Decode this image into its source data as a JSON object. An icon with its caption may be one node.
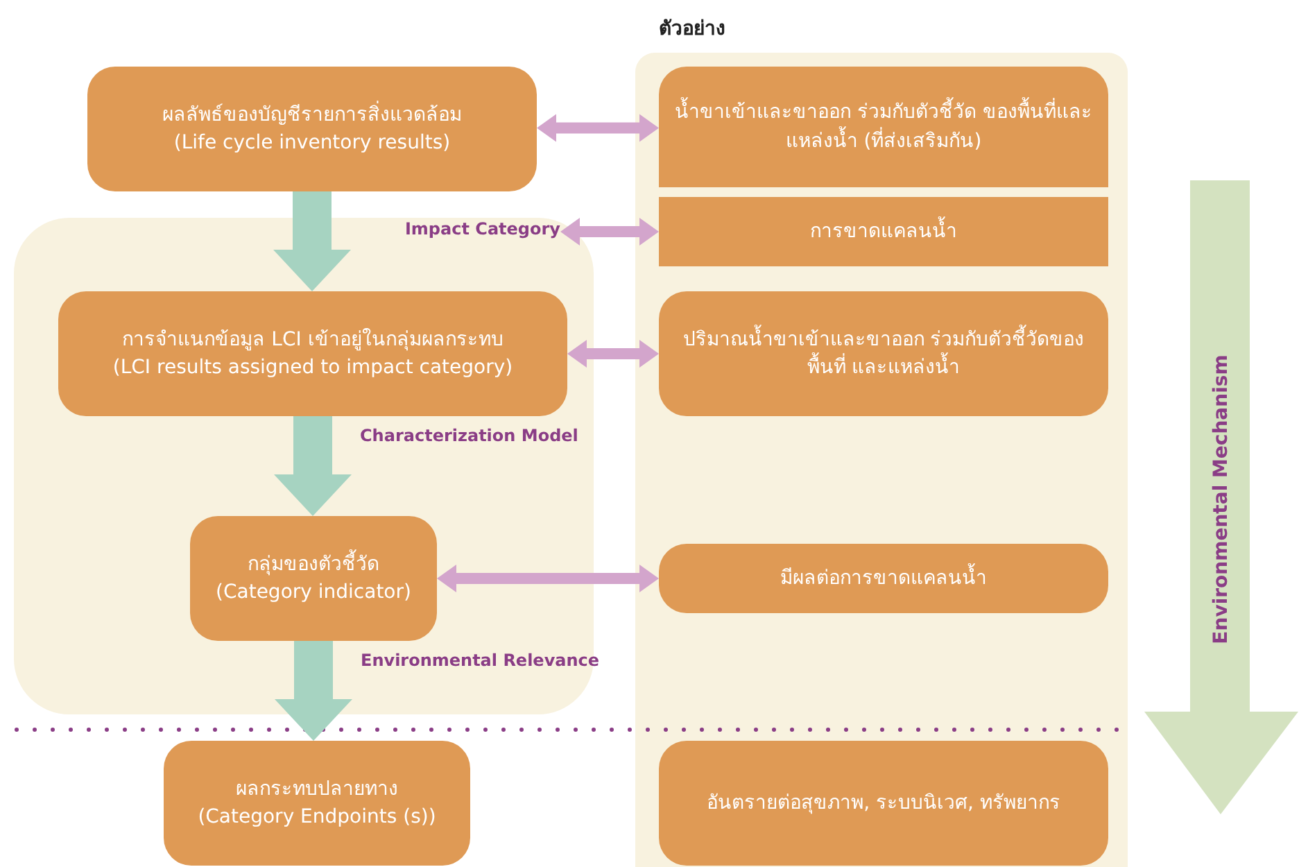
{
  "diagram": {
    "nodes": [
      {
        "text": [
          "ผลลัพธ์ของบัญชีรายการสิ่งแวดล้อม",
          "(Life cycle inventory results)"
        ]
      },
      {
        "text": [],
        "shape": "box"
      },
      {
        "text": [
          "การจำแนกข้อมูล LCI เข้าอยู่ในกลุ่มผลกระทบ",
          "(LCI results assigned to impact category)"
        ],
        "in": 1
      },
      {
        "text": [
          "กลุ่มของตัวชี้วัด",
          "(Category indicator)"
        ],
        "in": 1
      },
      {
        "text": [
          "ผลกระทบปลายทาง",
          "(Category Endpoints (s))"
        ]
      },
      {
        "text": [
          "ตัวอย่าง"
        ]
      },
      {
        "text": [
          "น้ำขาเข้าและขาออก ร่วมกับตัวชี้วัด ของพื้นที่และแหล่งน้ำ (ที่ส่งเสริมกัน)"
        ],
        "in": 5
      },
      {
        "text": [
          "การขาดแคลนน้ำ"
        ],
        "in": 5
      },
      {
        "text": [
          "ปริมาณน้ำขาเข้าและขาออก ร่วมกับตัวชี้วัดของพื้นที่ และแหล่งน้ำ"
        ],
        "in": 5
      },
      {
        "text": [
          "มีผลต่อการขาดแคลนน้ำ"
        ],
        "in": 5
      },
      {
        "text": [
          "อันตรายต่อสุขภาพ, ระบบนิเวศ, ทรัพยากร"
        ],
        "in": 5
      },
      {
        "text": [
          "Impact Category"
        ],
        "in": 1
      }
    ],
    "edges": [
      {
        "from": 0,
        "to": 2,
        "arrow": "to",
        "style": "thick",
        "color": "#a6d3c1"
      },
      {
        "from": 2,
        "to": 3,
        "arrow": "to",
        "style": "thick",
        "color": "#a6d3c1",
        "label": "Characterization Model"
      },
      {
        "from": 3,
        "to": 4,
        "arrow": "to",
        "style": "thick",
        "color": "#a6d3c1",
        "label": "Environmental Relevance"
      },
      {
        "from": 0,
        "to": 6,
        "arrow": "both"
      },
      {
        "from": 11,
        "to": 7,
        "arrow": "both"
      },
      {
        "from": 2,
        "to": 8,
        "arrow": "both"
      },
      {
        "from": 3,
        "to": 9,
        "arrow": "both"
      }
    ],
    "labels": [
      "Environmental Mechanism"
    ]
  }
}
